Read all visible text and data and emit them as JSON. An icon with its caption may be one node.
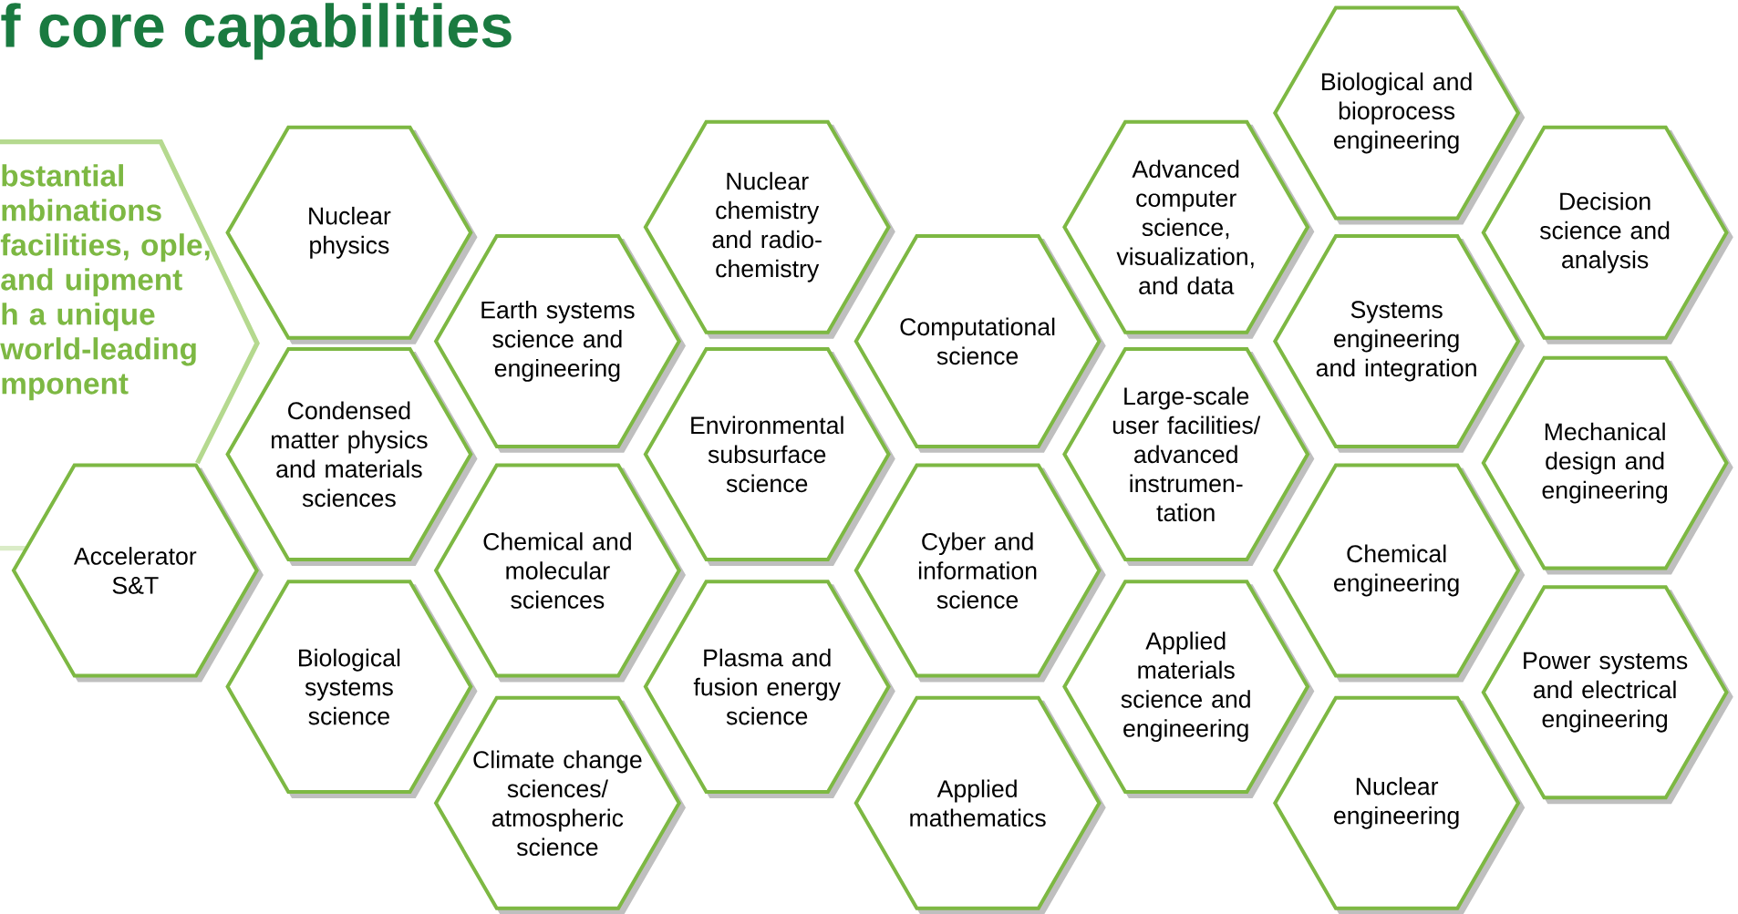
{
  "diagram": {
    "title": "f core capabilities",
    "nodes": [
      {
        "text": [
          "bstantial mbinations facilities, ople, and uipment h a unique world-leading mponent"
        ]
      },
      {
        "text": [
          "Accelerator S&T"
        ]
      },
      {
        "text": [
          "Nuclear physics"
        ]
      },
      {
        "text": [
          "Condensed matter physics and materials sciences"
        ]
      },
      {
        "text": [
          "Biological systems science"
        ]
      },
      {
        "text": [
          "Earth systems science and engineering"
        ]
      },
      {
        "text": [
          "Chemical and molecular sciences"
        ]
      },
      {
        "text": [
          "Climate change sciences/ atmospheric science"
        ]
      },
      {
        "text": [
          "Nuclear chemistry and radio- chemistry"
        ]
      },
      {
        "text": [
          "Environmental subsurface science"
        ]
      },
      {
        "text": [
          "Plasma and fusion energy science"
        ]
      },
      {
        "text": [
          "Computational science"
        ]
      },
      {
        "text": [
          "Cyber and information science"
        ]
      },
      {
        "text": [
          "Applied mathematics"
        ]
      },
      {
        "text": [
          "Advanced computer science, visualization, and data"
        ]
      },
      {
        "text": [
          "Large-scale user facilities/ advanced instrumen- tation"
        ]
      },
      {
        "text": [
          "Applied materials science and engineering"
        ]
      },
      {
        "text": [
          "Biological and bioprocess engineering"
        ]
      },
      {
        "text": [
          "Systems engineering and integration"
        ]
      },
      {
        "text": [
          "Chemical engineering"
        ]
      },
      {
        "text": [
          "Nuclear engineering"
        ]
      },
      {
        "text": [
          "Decision science and analysis"
        ]
      },
      {
        "text": [
          "Mechanical design and engineering"
        ]
      },
      {
        "text": [
          "Power systems and electrical engineering"
        ]
      }
    ]
  }
}
